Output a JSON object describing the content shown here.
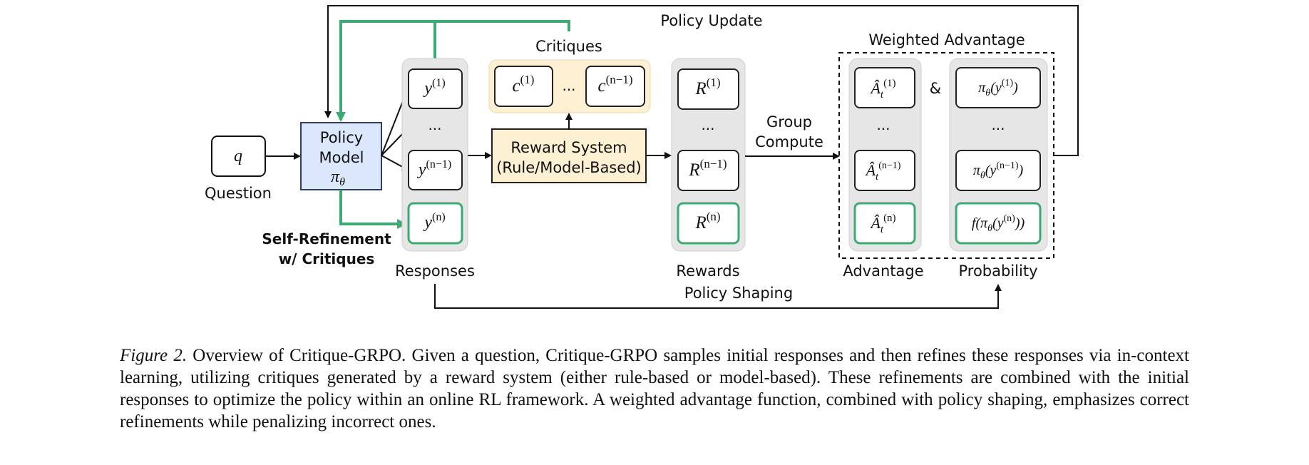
{
  "question": {
    "symbol": "q",
    "label": "Question"
  },
  "policy_model": {
    "line1": "Policy",
    "line2": "Model",
    "symbol": "π",
    "subscript": "θ"
  },
  "policy_update_label": "Policy Update",
  "self_refinement": {
    "line1": "Self-Refinement",
    "line2": "w/ Critiques"
  },
  "responses": {
    "label": "Responses",
    "ellipsis": "...",
    "first": {
      "base": "y",
      "sup": "(1)"
    },
    "prev": {
      "base": "y",
      "sup": "(n−1)"
    },
    "refined": {
      "base": "y",
      "sup": "(n)"
    }
  },
  "critiques": {
    "label": "Critiques",
    "ellipsis": "...",
    "first": {
      "base": "c",
      "sup": "(1)"
    },
    "last": {
      "base": "c",
      "sup": "(n−1)"
    }
  },
  "reward_system": {
    "line1": "Reward System",
    "line2": "(Rule/Model-Based)"
  },
  "rewards": {
    "label": "Rewards",
    "ellipsis": "...",
    "first": {
      "base": "R",
      "sup": "(1)"
    },
    "prev": {
      "base": "R",
      "sup": "(n−1)"
    },
    "refined": {
      "base": "R",
      "sup": "(n)"
    }
  },
  "group_compute": {
    "line1": "Group",
    "line2": "Compute"
  },
  "weighted_advantage_label": "Weighted Advantage",
  "advantage": {
    "label": "Advantage",
    "ellipsis": "...",
    "first": {
      "base": "Â",
      "sub": "t",
      "sup": "(1)"
    },
    "prev": {
      "base": "Â",
      "sub": "t",
      "sup": "(n−1)"
    },
    "refined": {
      "base": "Â",
      "sub": "t",
      "sup": "(n)"
    }
  },
  "ampersand": "&",
  "probability": {
    "label": "Probability",
    "ellipsis": "...",
    "first": {
      "text": "π",
      "sub": "θ",
      "arg": "(y",
      "sup": "(1)",
      "close": ")"
    },
    "prev": {
      "text": "π",
      "sub": "θ",
      "arg": "(y",
      "sup": "(n−1)",
      "close": ")"
    },
    "refined": {
      "pre": "f(π",
      "sub": "θ",
      "arg": "(y",
      "sup": "(n)",
      "close": "))"
    }
  },
  "policy_shaping_label": "Policy Shaping",
  "caption": {
    "figure_label": "Figure 2.",
    "text": "Overview of Critique-GRPO. Given a question, Critique-GRPO samples initial responses and then refines these responses via in-context learning, utilizing critiques generated by a reward system (either rule-based or model-based). These refinements are combined with the initial responses to optimize the policy within an online RL framework. A weighted advantage function, combined with policy shaping, emphasizes correct refinements while penalizing incorrect ones."
  },
  "colors": {
    "green": "#3daa73",
    "policy_fill": "#dbe7fb",
    "policy_stroke": "#5a76b8",
    "reward_fill": "#fdf0d3",
    "column_fill": "#e6e6e6",
    "box_stroke": "#222222"
  }
}
